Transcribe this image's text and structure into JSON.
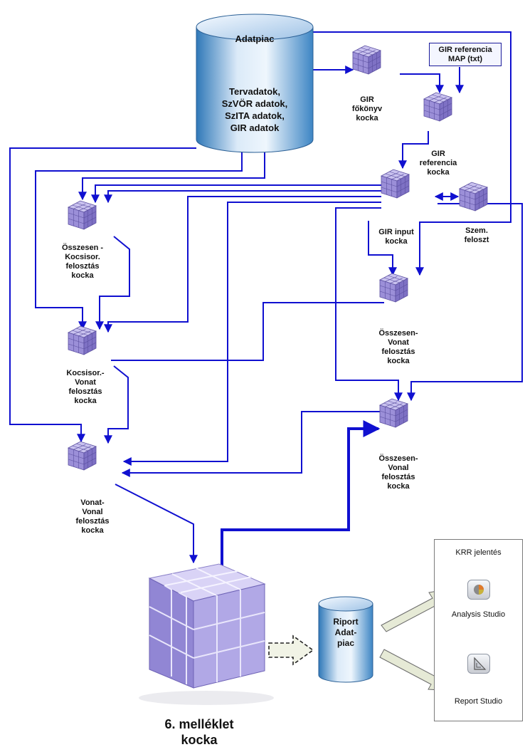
{
  "datamart": {
    "title": "Adatpiac",
    "contents": "Tervadatok,\nSzVÖR adatok,\nSzITA adatok,\nGIR adatok"
  },
  "mapfile": {
    "label": "GIR referencia\nMAP (txt)"
  },
  "cubes": {
    "gir_fokonyv": "GIR\nfőkönyv\nkocka",
    "gir_referencia": "GIR\nreferencia\nkocka",
    "gir_input": "GIR input\nkocka",
    "szem_feloszt": "Szem.\nfeloszt",
    "osszesen_kocsisor": "Összesen -\nKocsisor.\nfelosztás\nkocka",
    "kocsisor_vonat": "Kocsisor.-\nVonat\nfelosztás\nkocka",
    "osszesen_vonat": "Összesen-\nVonat\nfelosztás\nkocka",
    "osszesen_vonal": "Összesen-\nVonal\nfelosztás\nkocka",
    "vonat_vonal": "Vonat-\nVonal\nfelosztás\nkocka"
  },
  "final_cube": {
    "title": "6. melléklet\nkocka"
  },
  "report_mart": {
    "label": "Riport\nAdat-\npiac"
  },
  "panel": {
    "title": "KRR jelentés",
    "analysis_label": "Analysis Studio",
    "report_label": "Report Studio"
  },
  "colors": {
    "arrow": "#1010d0",
    "cube_face": "#9b8fd8",
    "cylinder_light": "#e8f2fb",
    "cylinder_dark": "#2f78b8",
    "block_arrow": "#e6ead6"
  }
}
